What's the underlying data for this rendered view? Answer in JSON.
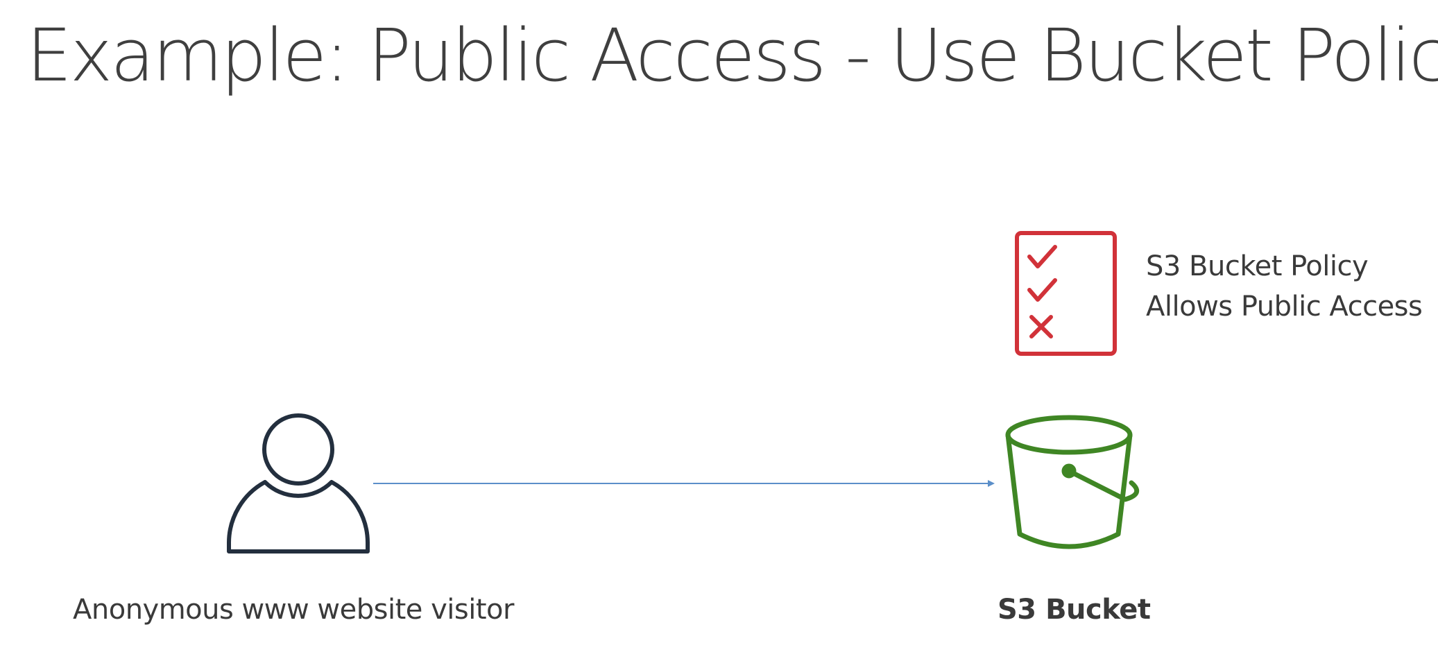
{
  "slide": {
    "title": "Example: Public Access - Use Bucket Policy"
  },
  "diagram": {
    "visitor": {
      "icon": "user-icon",
      "label": "Anonymous www website visitor"
    },
    "bucket": {
      "icon": "s3-bucket-icon",
      "label": "S3 Bucket"
    },
    "policy": {
      "icon": "checklist-icon",
      "label_line_1": "S3 Bucket Policy",
      "label_line_2": "Allows Public Access"
    },
    "connector": {
      "from": "visitor",
      "to": "bucket"
    }
  },
  "colors": {
    "title": "#3f3f3f",
    "user_icon": "#232f3e",
    "bucket_icon": "#3f8624",
    "policy_icon": "#d13239",
    "arrow": "#5b8fc9",
    "text": "#3a3a3a"
  }
}
